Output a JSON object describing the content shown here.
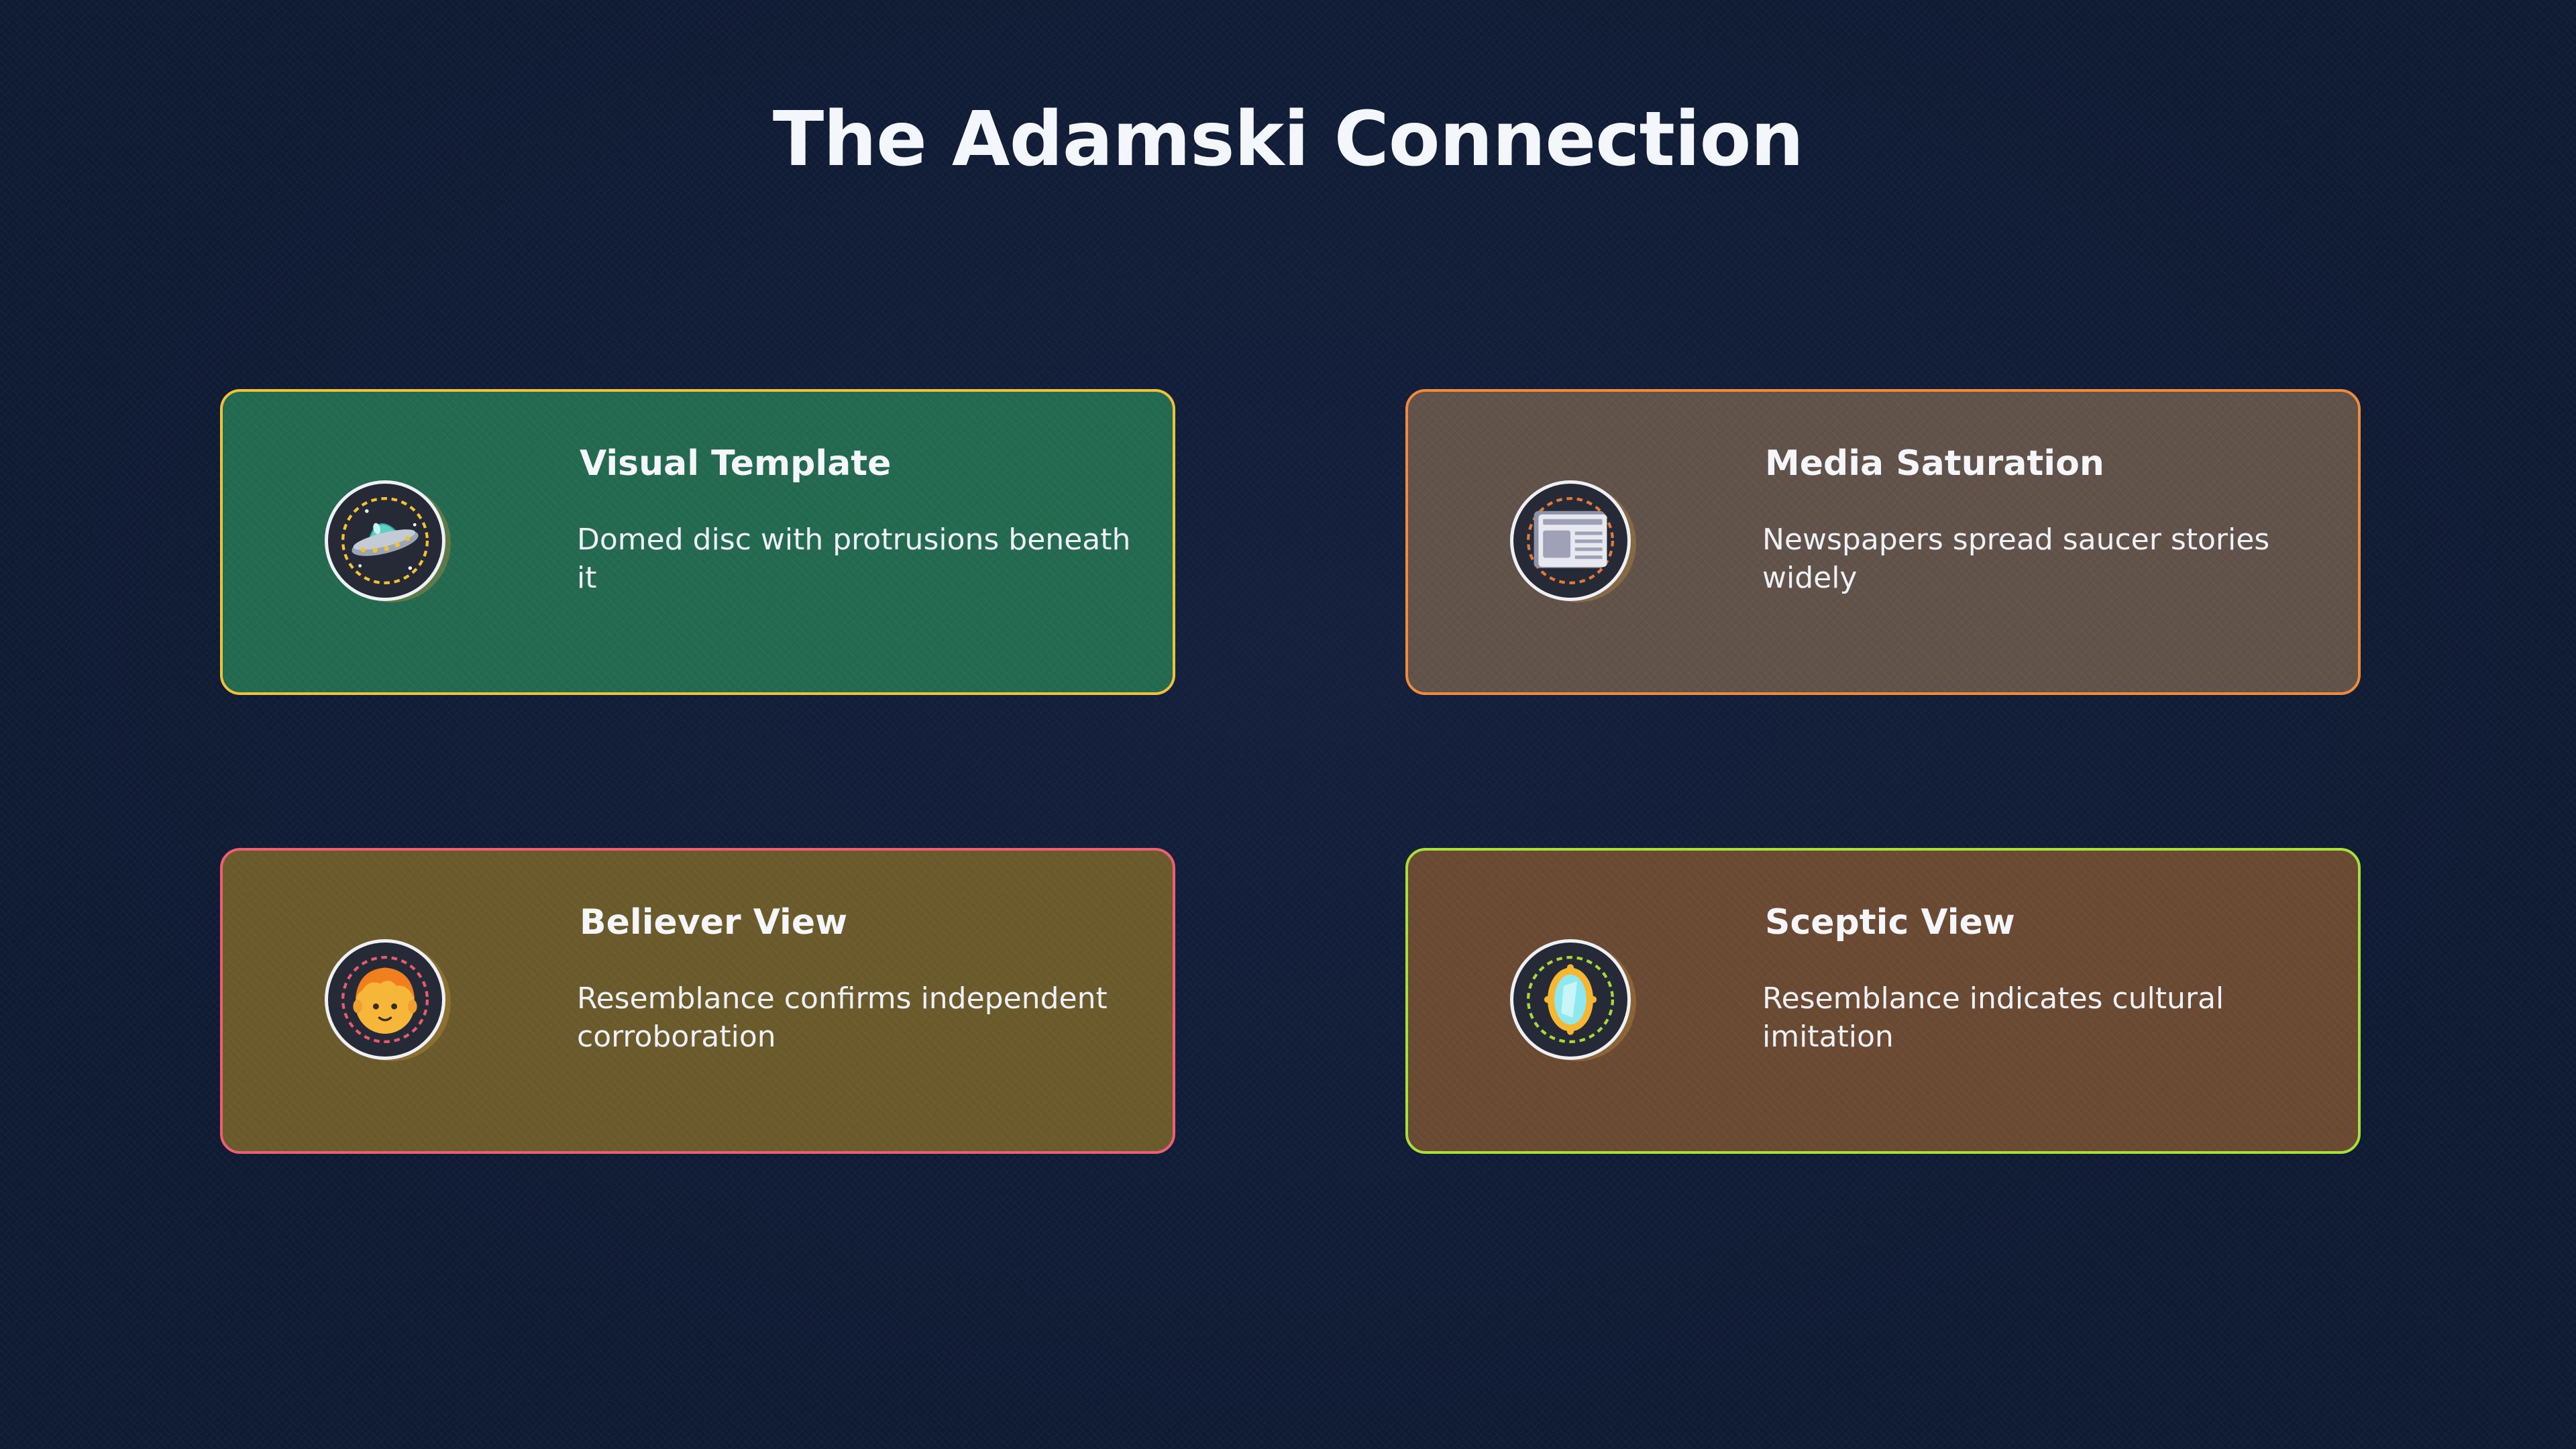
{
  "title": "The Adamski Connection",
  "cards": [
    {
      "title": "Visual Template",
      "description": "Domed disc with protrusions beneath it",
      "icon": "ufo-icon",
      "background": "#236a51",
      "border": "#f0c13a"
    },
    {
      "title": "Media Saturation",
      "description": "Newspapers spread saucer stories widely",
      "icon": "newspaper-icon",
      "background": "#61524a",
      "border": "#f08a3c"
    },
    {
      "title": "Believer View",
      "description": "Resemblance confirms independent corroboration",
      "icon": "believer-face-icon",
      "background": "#6b5b2c",
      "border": "#ee5f73"
    },
    {
      "title": "Sceptic View",
      "description": "Resemblance indicates cultural imitation",
      "icon": "mirror-icon",
      "background": "#6b4a33",
      "border": "#a8e03a"
    }
  ]
}
